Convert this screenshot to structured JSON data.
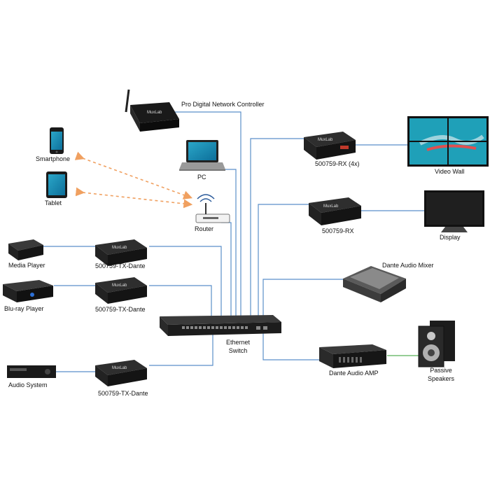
{
  "labels": {
    "controller": "Pro Digital Network Controller",
    "smartphone": "Smartphone",
    "tablet": "Tablet",
    "pc": "PC",
    "router": "Router",
    "rx4x": "500759-RX (4x)",
    "video_wall": "Video Wall",
    "rx": "500759-RX",
    "display": "Display",
    "media_player": "Media Player",
    "tx1": "500759-TX-Dante",
    "blu_ray": "Blu-ray Player",
    "tx2": "500759-TX-Dante",
    "audio_mixer": "Dante Audio Mixer",
    "switch_line1": "Ethernet",
    "switch_line2": "Switch",
    "audio_amp": "Dante Audio AMP",
    "speakers_line1": "Passive",
    "speakers_line2": "Speakers",
    "audio_system": "Audio System",
    "tx3": "500759-TX-Dante"
  },
  "device_brand": "MuxLab",
  "colors": {
    "network_line": "#5b8fc9",
    "wireless_dashed": "#f0a060",
    "speaker_line": "#58b058",
    "device_body": "#1c1c1c"
  }
}
